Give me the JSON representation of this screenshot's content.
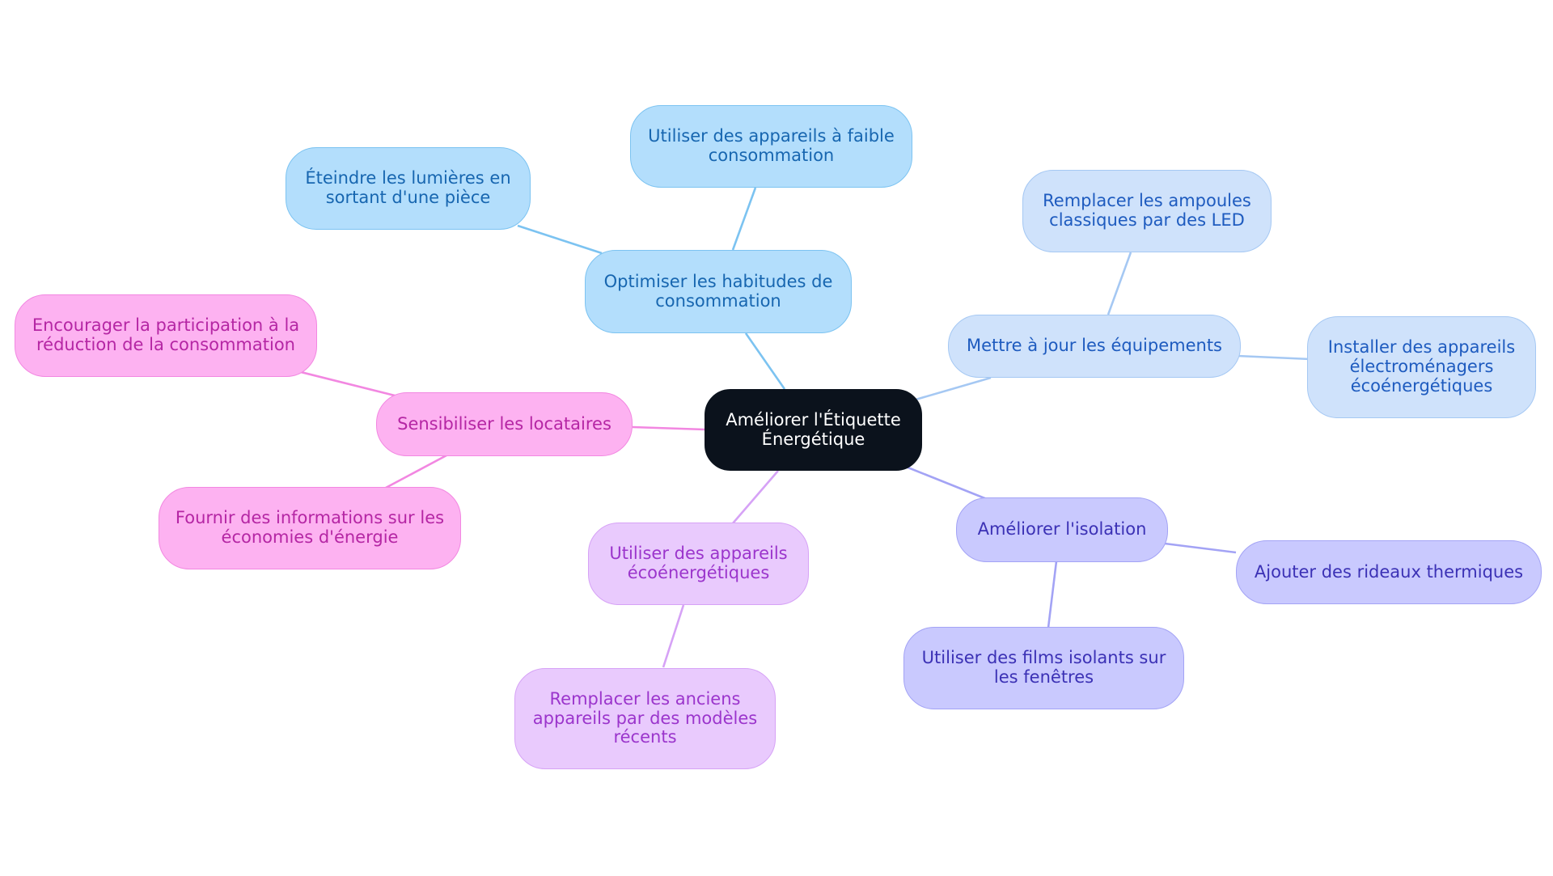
{
  "root": {
    "label": "Améliorer l'Étiquette Énergétique"
  },
  "branches": {
    "habitudes": {
      "label": "Optimiser les habitudes de consommation",
      "children": [
        "Éteindre les lumières en sortant d'une pièce",
        "Utiliser des appareils à faible consommation"
      ]
    },
    "equipements": {
      "label": "Mettre à jour les équipements",
      "children": [
        "Remplacer les ampoules classiques par des LED",
        "Installer des appareils électroménagers écoénergétiques"
      ]
    },
    "isolation": {
      "label": "Améliorer l'isolation",
      "children": [
        "Ajouter des rideaux thermiques",
        "Utiliser des films isolants sur les fenêtres"
      ]
    },
    "appareils": {
      "label": "Utiliser des appareils écoénergétiques",
      "children": [
        "Remplacer les anciens appareils par des modèles récents"
      ]
    },
    "locataires": {
      "label": "Sensibiliser les locataires",
      "children": [
        "Encourager la participation à la réduction de la consommation",
        "Fournir des informations sur les économies d'énergie"
      ]
    }
  },
  "colors": {
    "root": "#0b121c",
    "habitudes": "#b3defc",
    "equipements": "#cfe2fb",
    "isolation": "#c9c9fe",
    "appareils": "#e9cafd",
    "locataires": "#fdb2f1"
  }
}
